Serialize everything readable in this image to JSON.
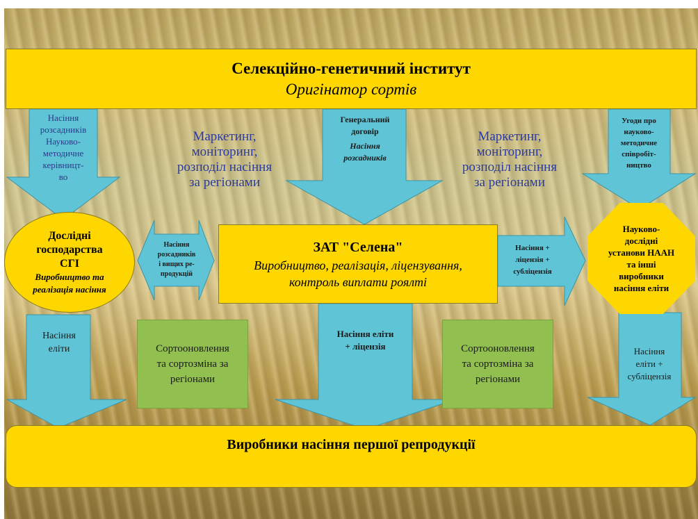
{
  "colors": {
    "yellow": "#ffd700",
    "cyan": "#5fc4d6",
    "green": "#92c050",
    "blue_text": "#2b3aa0"
  },
  "institute": {
    "title": "Селекційно-генетичний інститут",
    "subtitle": "Оригінатор сортів"
  },
  "left_arrow_text": [
    "Насіння",
    "розсадників",
    "Науково-",
    "методичне",
    "керівницт-",
    "во"
  ],
  "marketing_left": [
    "Маркетинг,",
    "моніторинг,",
    "розподіл насіння",
    "за регіонами"
  ],
  "general_contract": {
    "line1": "Генеральний",
    "line2": "договір",
    "line3": "Насіння",
    "line4": "розсадників"
  },
  "marketing_right": [
    "Маркетинг,",
    "моніторинг,",
    "розподіл насіння",
    "за регіонами"
  ],
  "agreement_text": [
    "Угоди про",
    "науково-",
    "методичне",
    "співробіт-",
    "ництво"
  ],
  "experimental_farms": {
    "line1": "Дослідні",
    "line2": "господарства",
    "line3": "СГІ",
    "line4": "Виробництво та",
    "line5": "реалізація насіння"
  },
  "double_arrow_text": [
    "Насіння",
    "розсадників",
    "і вищих ре-",
    "продукцій"
  ],
  "selena": {
    "title": "ЗАТ \"Селена\"",
    "line1": "Виробництво, реалізація, ліцензування,",
    "line2": "контроль виплати роялті"
  },
  "right_arrow_text": [
    "Насіння +",
    "ліцензія +",
    "субліцензія"
  ],
  "naan": [
    "Науково-",
    "дослідні",
    "установи НААН",
    "та інші",
    "виробники",
    "насіння еліти"
  ],
  "down_left_text": [
    "Насіння",
    "еліти"
  ],
  "green_left": [
    "Сортооновлення",
    "та сортозміна за",
    "регіонами"
  ],
  "down_center_text": [
    "Насіння еліти",
    "+ ліцензія"
  ],
  "green_right": [
    "Сортооновлення",
    "та сортозміна за",
    "регіонами"
  ],
  "down_right_text": [
    "Насіння",
    "еліти +",
    "субліцензія"
  ],
  "producers": {
    "title": "Виробники насіння першої репродукції"
  }
}
